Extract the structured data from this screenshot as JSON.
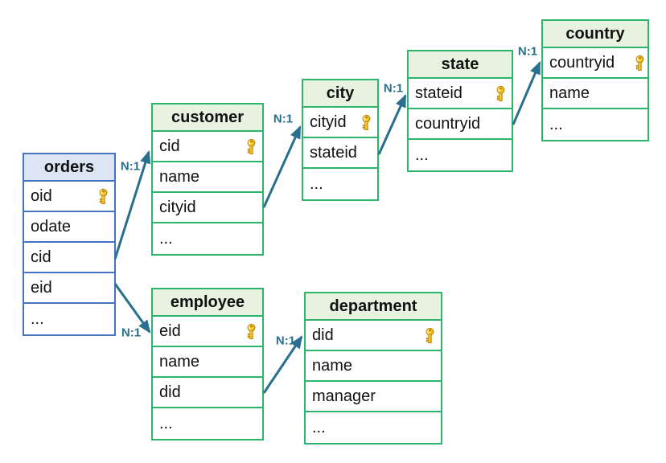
{
  "tables": {
    "orders": {
      "title": "orders",
      "theme": "blue",
      "rows": [
        {
          "label": "oid",
          "primary_key": true
        },
        {
          "label": "odate",
          "primary_key": false
        },
        {
          "label": "cid",
          "primary_key": false
        },
        {
          "label": "eid",
          "primary_key": false
        },
        {
          "label": "...",
          "primary_key": false
        }
      ]
    },
    "customer": {
      "title": "customer",
      "theme": "green",
      "rows": [
        {
          "label": "cid",
          "primary_key": true
        },
        {
          "label": "name",
          "primary_key": false
        },
        {
          "label": "cityid",
          "primary_key": false
        },
        {
          "label": "...",
          "primary_key": false
        }
      ]
    },
    "city": {
      "title": "city",
      "theme": "green",
      "rows": [
        {
          "label": "cityid",
          "primary_key": true
        },
        {
          "label": "stateid",
          "primary_key": false
        },
        {
          "label": "...",
          "primary_key": false
        }
      ]
    },
    "state": {
      "title": "state",
      "theme": "green",
      "rows": [
        {
          "label": "stateid",
          "primary_key": true
        },
        {
          "label": "countryid",
          "primary_key": false
        },
        {
          "label": "...",
          "primary_key": false
        }
      ]
    },
    "country": {
      "title": "country",
      "theme": "green",
      "rows": [
        {
          "label": "countryid",
          "primary_key": true
        },
        {
          "label": "name",
          "primary_key": false
        },
        {
          "label": "...",
          "primary_key": false
        }
      ]
    },
    "employee": {
      "title": "employee",
      "theme": "green",
      "rows": [
        {
          "label": "eid",
          "primary_key": true
        },
        {
          "label": "name",
          "primary_key": false
        },
        {
          "label": "did",
          "primary_key": false
        },
        {
          "label": "...",
          "primary_key": false
        }
      ]
    },
    "department": {
      "title": "department",
      "theme": "green",
      "rows": [
        {
          "label": "did",
          "primary_key": true
        },
        {
          "label": "name",
          "primary_key": false
        },
        {
          "label": "manager",
          "primary_key": false
        },
        {
          "label": "...",
          "primary_key": false
        }
      ]
    }
  },
  "relations": [
    {
      "from": "orders.cid",
      "to": "customer.cid",
      "label": "N:1"
    },
    {
      "from": "customer.cityid",
      "to": "city.cityid",
      "label": "N:1"
    },
    {
      "from": "city.stateid",
      "to": "state.stateid",
      "label": "N:1"
    },
    {
      "from": "state.countryid",
      "to": "country.countryid",
      "label": "N:1"
    },
    {
      "from": "orders.eid",
      "to": "employee.eid",
      "label": "N:1"
    },
    {
      "from": "employee.did",
      "to": "department.did",
      "label": "N:1"
    }
  ],
  "colors": {
    "green_table_border": "#2db56b",
    "green_table_header_fill": "#e7f3e0",
    "blue_table_border": "#4472c4",
    "blue_table_header_fill": "#dbe5f3",
    "arrow": "#28708e",
    "key_icon_fill": "#ffd94d",
    "key_icon_outline": "#b8860b",
    "text": "#111111"
  },
  "icons": {
    "primary_key": "key-icon"
  }
}
